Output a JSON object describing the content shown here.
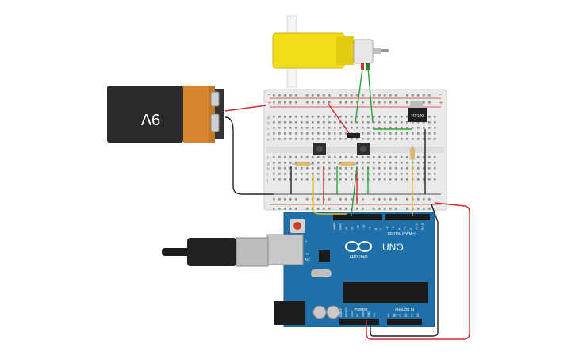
{
  "battery": {
    "label": "9V",
    "body_color": "#2b2b2b",
    "cap_color": "#d7862f"
  },
  "motor": {
    "body_color": "#f2dc16"
  },
  "transistor": {
    "label": "TIP120",
    "color": "#1f1f1f"
  },
  "breadboard": {
    "row_letters_top": [
      "a",
      "b",
      "c",
      "d",
      "e"
    ],
    "row_letters_bottom": [
      "f",
      "g",
      "h",
      "i",
      "j"
    ],
    "rail_plus": "+",
    "rail_minus": "-"
  },
  "arduino": {
    "board_color": "#1f6fa8",
    "logo_text": "ARDUINO",
    "model_text": "UNO",
    "digital_label": "DIGITAL (PWM~)",
    "power_label": "POWER",
    "analog_label": "ANALOG IN",
    "tx_label": "TX",
    "rx_label": "RX",
    "l_label": "L",
    "digital_pins": [
      "AREF",
      "GND",
      "13",
      "12",
      "~11",
      "~10",
      "~9",
      "8",
      "7",
      "~6",
      "~5",
      "4",
      "~3",
      "2",
      "TX 1",
      "RX 0"
    ],
    "power_pins": [
      "IOREF",
      "RESET",
      "3.3V",
      "5V",
      "GND",
      "GND",
      "Vin"
    ],
    "analog_pins": [
      "A0",
      "A1",
      "A2",
      "A3",
      "A4",
      "A5"
    ]
  },
  "wire_colors": {
    "red": "#d42a2a",
    "black": "#222222",
    "green": "#2fa23a",
    "yellow": "#e6c21f"
  }
}
